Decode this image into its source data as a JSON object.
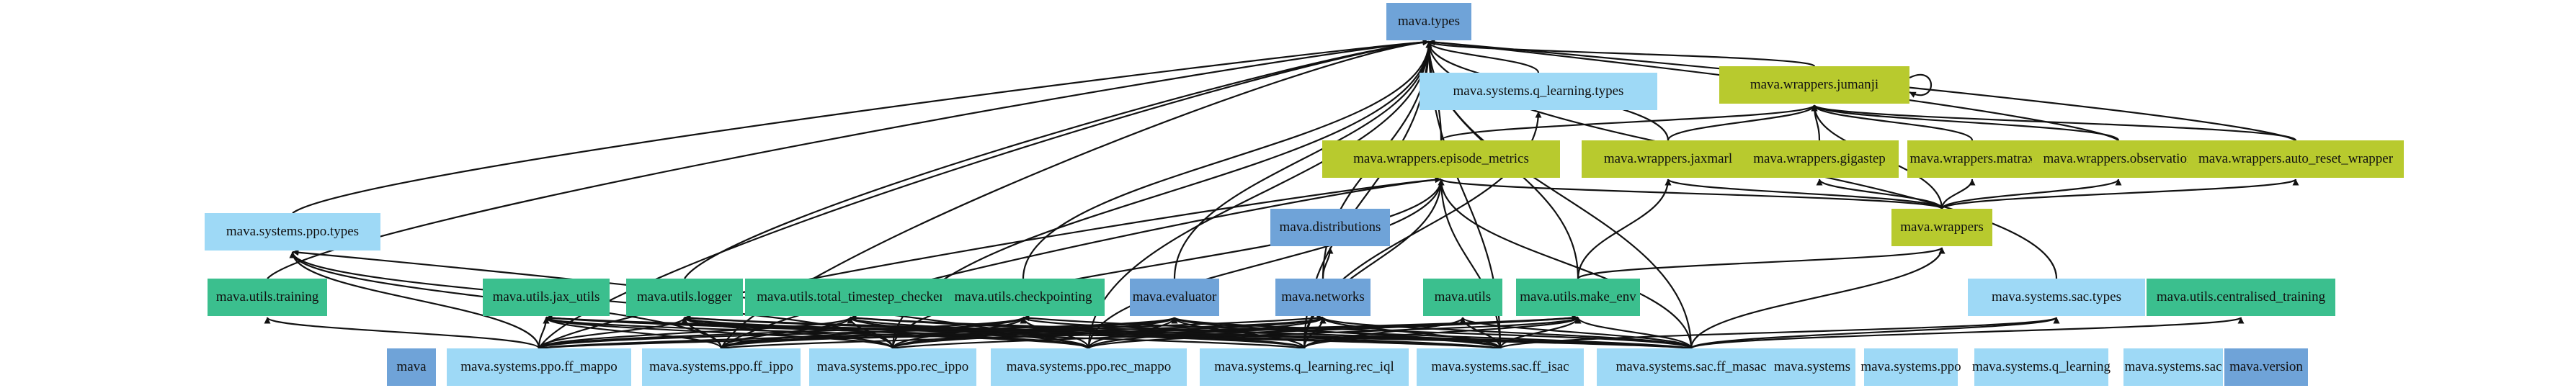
{
  "graph": {
    "colors": {
      "edge": "#111111",
      "node_mava_core": "#6fa3d8",
      "node_mava_systems": "#9ed9f6",
      "node_mava_utils": "#3bbf8e",
      "node_mava_wrappers": "#b8ca2e"
    },
    "nodes": [
      {
        "id": "types",
        "label": "mava.types",
        "group": "mava_core"
      },
      {
        "id": "ql_types",
        "label": "mava.systems.q_learning.types",
        "group": "mava_systems"
      },
      {
        "id": "jumanji",
        "label": "mava.wrappers.jumanji",
        "group": "mava_wrappers"
      },
      {
        "id": "episode_metrics",
        "label": "mava.wrappers.episode_metrics",
        "group": "mava_wrappers"
      },
      {
        "id": "jaxmarl",
        "label": "mava.wrappers.jaxmarl",
        "group": "mava_wrappers"
      },
      {
        "id": "gigastep",
        "label": "mava.wrappers.gigastep",
        "group": "mava_wrappers"
      },
      {
        "id": "matrax",
        "label": "mava.wrappers.matrax",
        "group": "mava_wrappers"
      },
      {
        "id": "observation",
        "label": "mava.wrappers.observation",
        "group": "mava_wrappers"
      },
      {
        "id": "auto_reset",
        "label": "mava.wrappers.auto_reset_wrapper",
        "group": "mava_wrappers"
      },
      {
        "id": "ppo_types",
        "label": "mava.systems.ppo.types",
        "group": "mava_systems"
      },
      {
        "id": "distributions",
        "label": "mava.distributions",
        "group": "mava_core"
      },
      {
        "id": "wrappers",
        "label": "mava.wrappers",
        "group": "mava_wrappers"
      },
      {
        "id": "training",
        "label": "mava.utils.training",
        "group": "mava_utils"
      },
      {
        "id": "jax_utils",
        "label": "mava.utils.jax_utils",
        "group": "mava_utils"
      },
      {
        "id": "logger",
        "label": "mava.utils.logger",
        "group": "mava_utils"
      },
      {
        "id": "timestep_checker",
        "label": "mava.utils.total_timestep_checker",
        "group": "mava_utils"
      },
      {
        "id": "checkpointing",
        "label": "mava.utils.checkpointing",
        "group": "mava_utils"
      },
      {
        "id": "evaluator",
        "label": "mava.evaluator",
        "group": "mava_core"
      },
      {
        "id": "networks",
        "label": "mava.networks",
        "group": "mava_core"
      },
      {
        "id": "utils",
        "label": "mava.utils",
        "group": "mava_utils"
      },
      {
        "id": "make_env",
        "label": "mava.utils.make_env",
        "group": "mava_utils"
      },
      {
        "id": "sac_types",
        "label": "mava.systems.sac.types",
        "group": "mava_systems"
      },
      {
        "id": "centralised_training",
        "label": "mava.utils.centralised_training",
        "group": "mava_utils"
      },
      {
        "id": "mava",
        "label": "mava",
        "group": "mava_core"
      },
      {
        "id": "ff_mappo",
        "label": "mava.systems.ppo.ff_mappo",
        "group": "mava_systems"
      },
      {
        "id": "ff_ippo",
        "label": "mava.systems.ppo.ff_ippo",
        "group": "mava_systems"
      },
      {
        "id": "rec_ippo",
        "label": "mava.systems.ppo.rec_ippo",
        "group": "mava_systems"
      },
      {
        "id": "rec_mappo",
        "label": "mava.systems.ppo.rec_mappo",
        "group": "mava_systems"
      },
      {
        "id": "rec_iql",
        "label": "mava.systems.q_learning.rec_iql",
        "group": "mava_systems"
      },
      {
        "id": "ff_isac",
        "label": "mava.systems.sac.ff_isac",
        "group": "mava_systems"
      },
      {
        "id": "ff_masac",
        "label": "mava.systems.sac.ff_masac",
        "group": "mava_systems"
      },
      {
        "id": "systems",
        "label": "mava.systems",
        "group": "mava_systems"
      },
      {
        "id": "systems_ppo",
        "label": "mava.systems.ppo",
        "group": "mava_systems"
      },
      {
        "id": "systems_ql",
        "label": "mava.systems.q_learning",
        "group": "mava_systems"
      },
      {
        "id": "systems_sac",
        "label": "mava.systems.sac",
        "group": "mava_systems"
      },
      {
        "id": "version",
        "label": "mava.version",
        "group": "mava_core"
      }
    ],
    "edges": [
      [
        "ql_types",
        "types"
      ],
      [
        "jumanji",
        "types"
      ],
      [
        "jumanji",
        "jumanji"
      ],
      [
        "episode_metrics",
        "types"
      ],
      [
        "episode_metrics",
        "jumanji"
      ],
      [
        "jaxmarl",
        "types"
      ],
      [
        "jaxmarl",
        "jumanji"
      ],
      [
        "gigastep",
        "jumanji"
      ],
      [
        "matrax",
        "jumanji"
      ],
      [
        "observation",
        "types"
      ],
      [
        "observation",
        "jumanji"
      ],
      [
        "auto_reset",
        "types"
      ],
      [
        "auto_reset",
        "jumanji"
      ],
      [
        "ppo_types",
        "types"
      ],
      [
        "wrappers",
        "episode_metrics"
      ],
      [
        "wrappers",
        "jaxmarl"
      ],
      [
        "wrappers",
        "gigastep"
      ],
      [
        "wrappers",
        "matrax"
      ],
      [
        "wrappers",
        "observation"
      ],
      [
        "wrappers",
        "auto_reset"
      ],
      [
        "wrappers",
        "jumanji"
      ],
      [
        "checkpointing",
        "types"
      ],
      [
        "evaluator",
        "types"
      ],
      [
        "networks",
        "types"
      ],
      [
        "networks",
        "distributions"
      ],
      [
        "make_env",
        "types"
      ],
      [
        "make_env",
        "wrappers"
      ],
      [
        "make_env",
        "jaxmarl"
      ],
      [
        "sac_types",
        "types"
      ],
      [
        "training",
        "types"
      ],
      [
        "logger",
        "types"
      ],
      [
        "ff_mappo",
        "types"
      ],
      [
        "ff_mappo",
        "ppo_types"
      ],
      [
        "ff_mappo",
        "training"
      ],
      [
        "ff_mappo",
        "jax_utils"
      ],
      [
        "ff_mappo",
        "logger"
      ],
      [
        "ff_mappo",
        "timestep_checker"
      ],
      [
        "ff_mappo",
        "checkpointing"
      ],
      [
        "ff_mappo",
        "evaluator"
      ],
      [
        "ff_mappo",
        "networks"
      ],
      [
        "ff_mappo",
        "make_env"
      ],
      [
        "ff_mappo",
        "episode_metrics"
      ],
      [
        "ff_ippo",
        "types"
      ],
      [
        "ff_ippo",
        "ppo_types"
      ],
      [
        "ff_ippo",
        "logger"
      ],
      [
        "ff_ippo",
        "jax_utils"
      ],
      [
        "ff_ippo",
        "timestep_checker"
      ],
      [
        "ff_ippo",
        "checkpointing"
      ],
      [
        "ff_ippo",
        "evaluator"
      ],
      [
        "ff_ippo",
        "networks"
      ],
      [
        "ff_ippo",
        "make_env"
      ],
      [
        "ff_ippo",
        "episode_metrics"
      ],
      [
        "rec_ippo",
        "types"
      ],
      [
        "rec_ippo",
        "ppo_types"
      ],
      [
        "rec_ippo",
        "logger"
      ],
      [
        "rec_ippo",
        "jax_utils"
      ],
      [
        "rec_ippo",
        "timestep_checker"
      ],
      [
        "rec_ippo",
        "checkpointing"
      ],
      [
        "rec_ippo",
        "evaluator"
      ],
      [
        "rec_ippo",
        "networks"
      ],
      [
        "rec_ippo",
        "make_env"
      ],
      [
        "rec_ippo",
        "episode_metrics"
      ],
      [
        "rec_mappo",
        "types"
      ],
      [
        "rec_mappo",
        "ppo_types"
      ],
      [
        "rec_mappo",
        "logger"
      ],
      [
        "rec_mappo",
        "jax_utils"
      ],
      [
        "rec_mappo",
        "timestep_checker"
      ],
      [
        "rec_mappo",
        "checkpointing"
      ],
      [
        "rec_mappo",
        "evaluator"
      ],
      [
        "rec_mappo",
        "networks"
      ],
      [
        "rec_mappo",
        "make_env"
      ],
      [
        "rec_mappo",
        "episode_metrics"
      ],
      [
        "rec_iql",
        "types"
      ],
      [
        "rec_iql",
        "ql_types"
      ],
      [
        "rec_iql",
        "logger"
      ],
      [
        "rec_iql",
        "jax_utils"
      ],
      [
        "rec_iql",
        "timestep_checker"
      ],
      [
        "rec_iql",
        "evaluator"
      ],
      [
        "rec_iql",
        "networks"
      ],
      [
        "rec_iql",
        "make_env"
      ],
      [
        "rec_iql",
        "episode_metrics"
      ],
      [
        "rec_iql",
        "utils"
      ],
      [
        "ff_isac",
        "types"
      ],
      [
        "ff_isac",
        "sac_types"
      ],
      [
        "ff_isac",
        "logger"
      ],
      [
        "ff_isac",
        "jax_utils"
      ],
      [
        "ff_isac",
        "timestep_checker"
      ],
      [
        "ff_isac",
        "checkpointing"
      ],
      [
        "ff_isac",
        "evaluator"
      ],
      [
        "ff_isac",
        "networks"
      ],
      [
        "ff_isac",
        "make_env"
      ],
      [
        "ff_isac",
        "episode_metrics"
      ],
      [
        "ff_isac",
        "utils"
      ],
      [
        "ff_masac",
        "types"
      ],
      [
        "ff_masac",
        "sac_types"
      ],
      [
        "ff_masac",
        "logger"
      ],
      [
        "ff_masac",
        "jax_utils"
      ],
      [
        "ff_masac",
        "timestep_checker"
      ],
      [
        "ff_masac",
        "checkpointing"
      ],
      [
        "ff_masac",
        "evaluator"
      ],
      [
        "ff_masac",
        "networks"
      ],
      [
        "ff_masac",
        "make_env"
      ],
      [
        "ff_masac",
        "episode_metrics"
      ],
      [
        "ff_masac",
        "utils"
      ],
      [
        "ff_masac",
        "centralised_training"
      ],
      [
        "ff_masac",
        "wrappers"
      ]
    ]
  }
}
